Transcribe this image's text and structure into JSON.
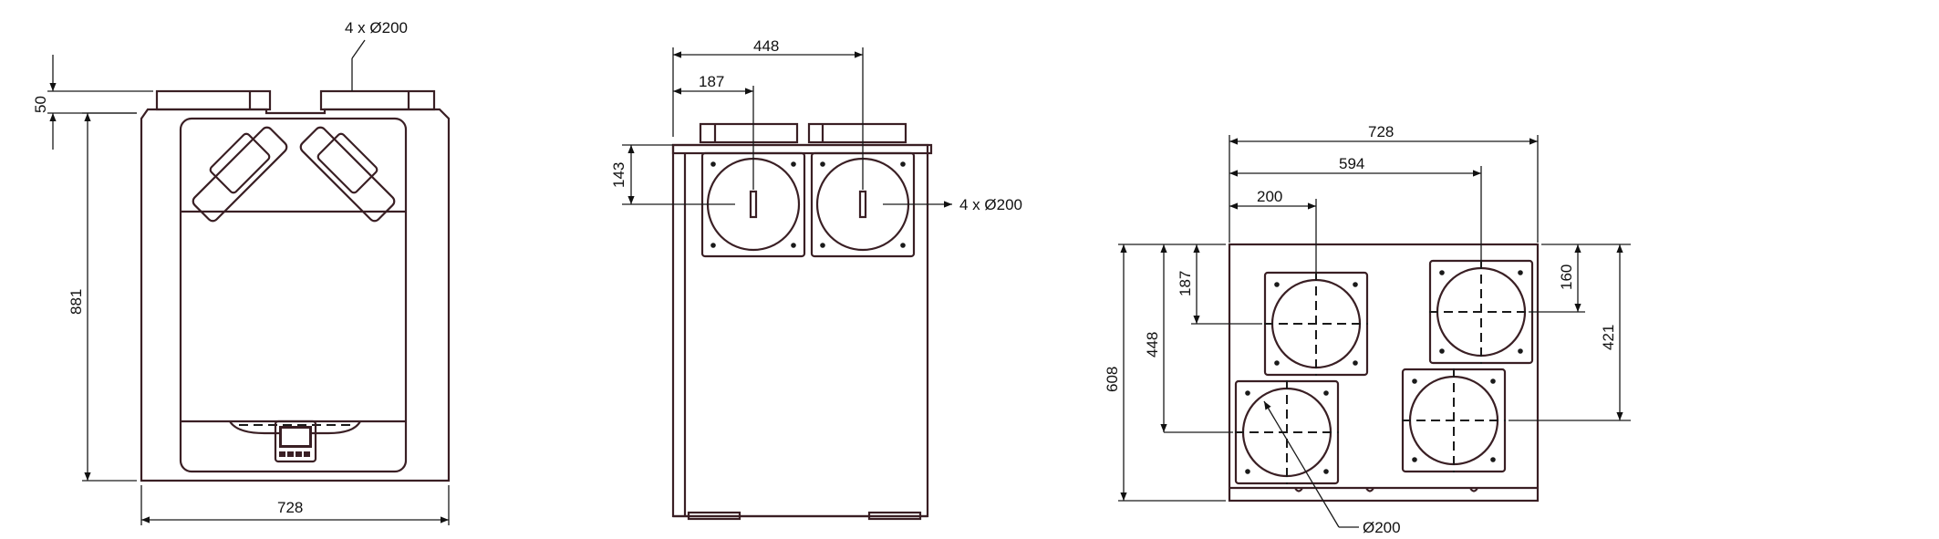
{
  "front_view": {
    "spigots_label": "4 x Ø200",
    "top_offset": "50",
    "height": "881",
    "width": "728"
  },
  "side_view": {
    "spigot_spacing": "448",
    "first_spigot_offset": "187",
    "spigot_height": "143",
    "spigots_label": "4 x Ø200"
  },
  "top_view": {
    "overall_width": "728",
    "far_spigot_offset": "594",
    "near_spigot_offset": "200",
    "near_spigot_depth": "187",
    "rear_spigot_depth": "448",
    "overall_depth": "608",
    "right_spigot_depth": "160",
    "right_rear_spigot_depth": "421",
    "diameter_label": "Ø200"
  }
}
